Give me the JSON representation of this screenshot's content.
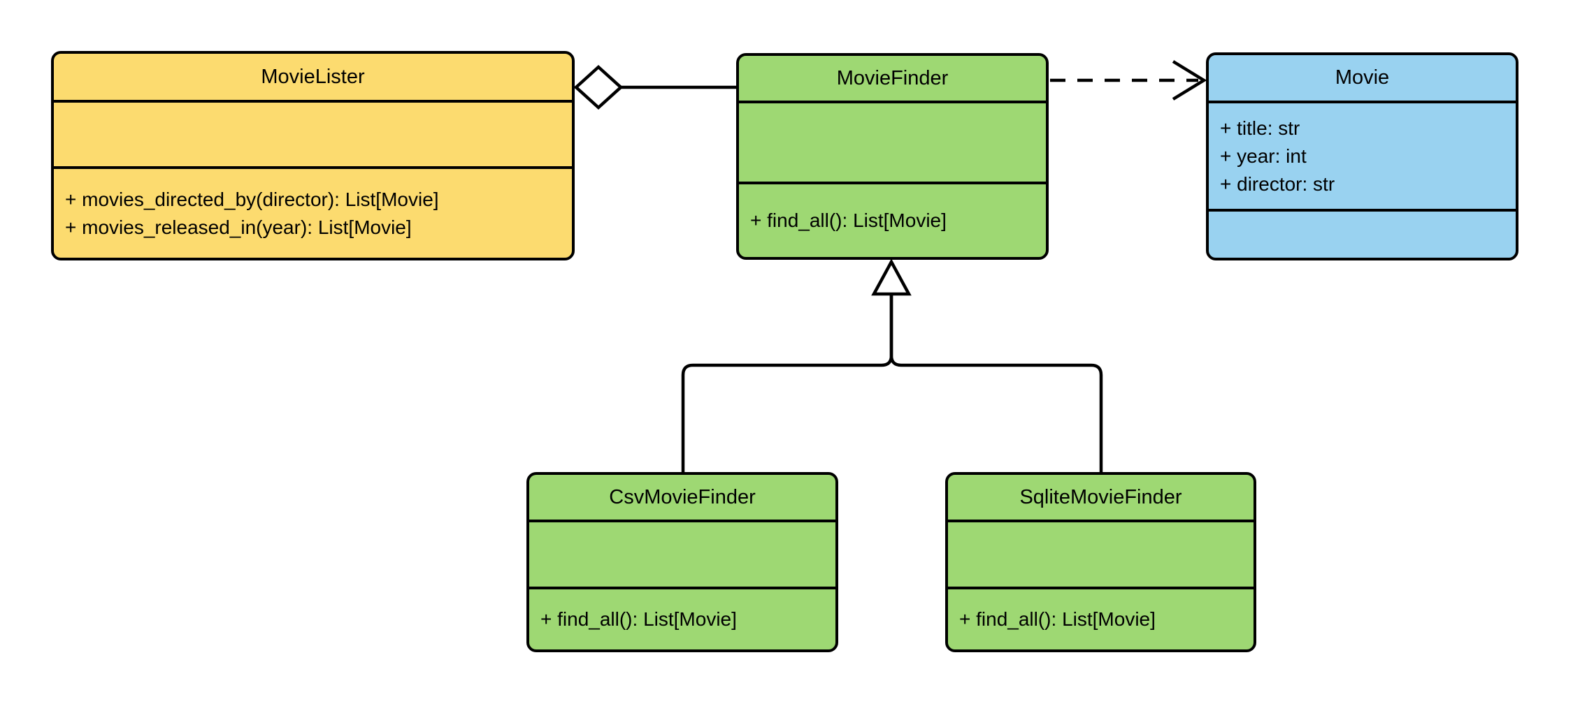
{
  "diagram": {
    "kind": "uml-class-diagram",
    "background": "#ffffff",
    "stroke_color": "#000000",
    "colors": {
      "yellow_fill": "#fcdb6f",
      "green_fill": "#9ed873",
      "blue_fill": "#99d2f0"
    },
    "classes": [
      {
        "name": "MovieLister",
        "color": "#fcdb6f",
        "attributes": [],
        "methods": [
          "+ movies_directed_by(director): List[Movie]",
          "+ movies_released_in(year): List[Movie]"
        ]
      },
      {
        "name": "MovieFinder",
        "color": "#9ed873",
        "attributes": [],
        "methods": [
          "+ find_all(): List[Movie]"
        ]
      },
      {
        "name": "Movie",
        "color": "#99d2f0",
        "attributes": [
          "+ title: str",
          "+ year: int",
          "+ director: str"
        ],
        "methods": []
      },
      {
        "name": "CsvMovieFinder",
        "color": "#9ed873",
        "attributes": [],
        "methods": [
          "+ find_all(): List[Movie]"
        ]
      },
      {
        "name": "SqliteMovieFinder",
        "color": "#9ed873",
        "attributes": [],
        "methods": [
          "+ find_all(): List[Movie]"
        ]
      }
    ],
    "relations": [
      {
        "type": "aggregation",
        "from": "MovieLister",
        "to": "MovieFinder"
      },
      {
        "type": "dependency",
        "from": "MovieFinder",
        "to": "Movie"
      },
      {
        "type": "generalization",
        "from": "CsvMovieFinder",
        "to": "MovieFinder"
      },
      {
        "type": "generalization",
        "from": "SqliteMovieFinder",
        "to": "MovieFinder"
      }
    ]
  }
}
